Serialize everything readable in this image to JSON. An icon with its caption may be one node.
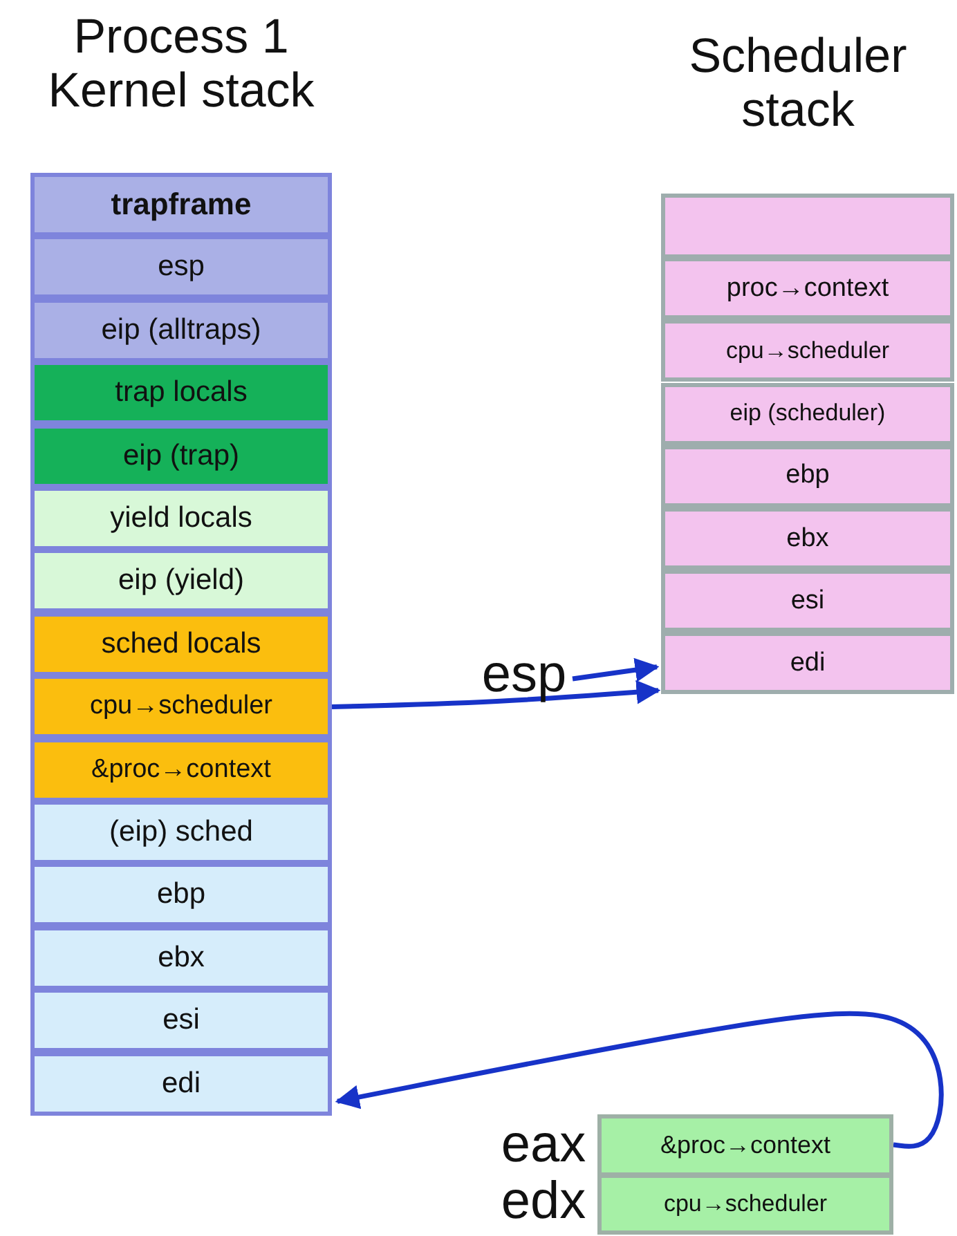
{
  "diagram": {
    "nodes": [
      {
        "text": [
          "trapframe"
        ]
      },
      {
        "text": [
          "esp"
        ]
      },
      {
        "text": [
          "eip (alltraps)"
        ]
      },
      {
        "text": [
          "trap locals"
        ]
      },
      {
        "text": [
          "eip (trap)"
        ]
      },
      {
        "text": [
          "yield locals"
        ]
      },
      {
        "text": [
          "eip (yield)"
        ]
      },
      {
        "text": [
          "sched locals"
        ]
      },
      {
        "text": [
          "cpu→scheduler"
        ]
      },
      {
        "text": [
          "&proc→context"
        ]
      },
      {
        "text": [
          "(eip) sched"
        ]
      },
      {
        "text": [
          "ebp"
        ]
      },
      {
        "text": [
          "ebx"
        ]
      },
      {
        "text": [
          "esi"
        ]
      },
      {
        "text": [
          "edi"
        ]
      },
      {
        "text": [],
        "shape": "box"
      },
      {
        "text": [
          "proc→context"
        ]
      },
      {
        "text": [
          "cpu→scheduler"
        ]
      },
      {
        "text": [
          "eip (scheduler)"
        ]
      },
      {
        "text": [
          "ebp"
        ]
      },
      {
        "text": [
          "ebx"
        ]
      },
      {
        "text": [
          "esi"
        ]
      },
      {
        "text": [
          "edi"
        ]
      },
      {
        "text": [
          "esp"
        ]
      },
      {
        "text": [
          "&proc→context"
        ]
      },
      {
        "text": [
          "cpu→scheduler"
        ]
      }
    ],
    "edges": [
      {
        "from": 23,
        "to": 22,
        "arrow": "to"
      },
      {
        "from": 8,
        "to": 22,
        "arrow": "to"
      },
      {
        "from": 24,
        "to": 14,
        "arrow": "to"
      }
    ],
    "labels": [
      "Process 1 Kernel stack",
      "Scheduler stack",
      "eax",
      "edx"
    ]
  }
}
